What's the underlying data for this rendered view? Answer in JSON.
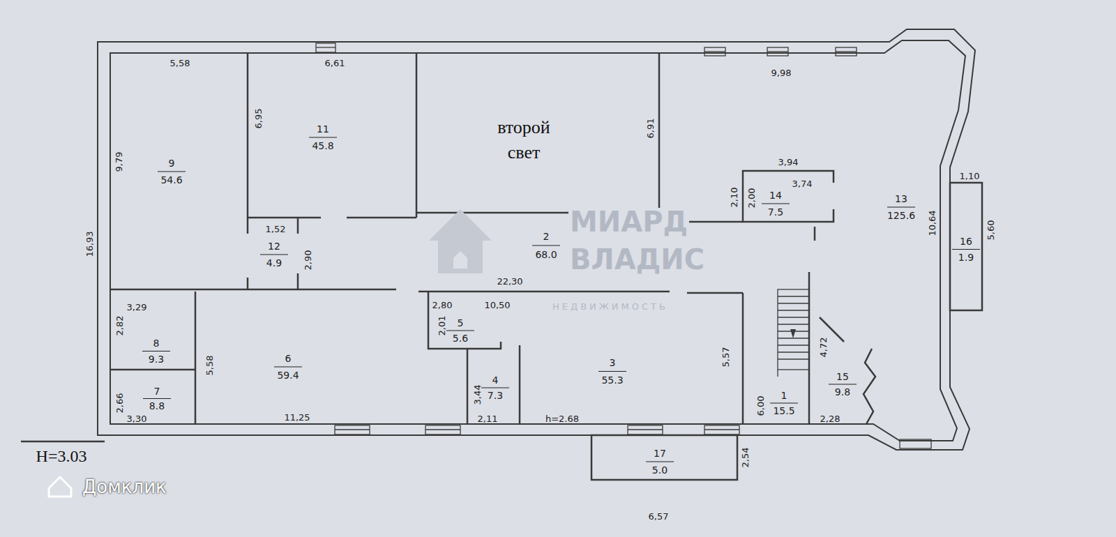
{
  "diagram": {
    "labels": [
      "5,58",
      "6,61",
      "9,98",
      "второй",
      "свет",
      "9,79",
      "6,95",
      "11",
      "45.8",
      "6,91",
      "9",
      "54.6",
      "3,94",
      "3,74",
      "2,10",
      "2,00",
      "14",
      "7.5",
      "13",
      "125.6",
      "1,10",
      "10,64",
      "16",
      "1.9",
      "5,60",
      "16,93",
      "1,52",
      "12",
      "4.9",
      "2,90",
      "2",
      "68.0",
      "22,30",
      "МИАРД",
      "ВЛАДИС",
      "НЕДВИЖИМОСТЬ",
      "3,29",
      "2,80",
      "10,50",
      "2,01",
      "5",
      "5.6",
      "4,72",
      "2,82",
      "8",
      "9.3",
      "6",
      "59.4",
      "5,58",
      "5,57",
      "3",
      "55.3",
      "15",
      "9.8",
      "4",
      "7.3",
      "3,44",
      "1",
      "15.5",
      "2,66",
      "7",
      "8.8",
      "3,30",
      "11,25",
      "2,11",
      "h=2.68",
      "6,00",
      "2,28",
      "H=3.03",
      "17",
      "5.0",
      "2,54",
      "6,57",
      "Домклик"
    ]
  }
}
